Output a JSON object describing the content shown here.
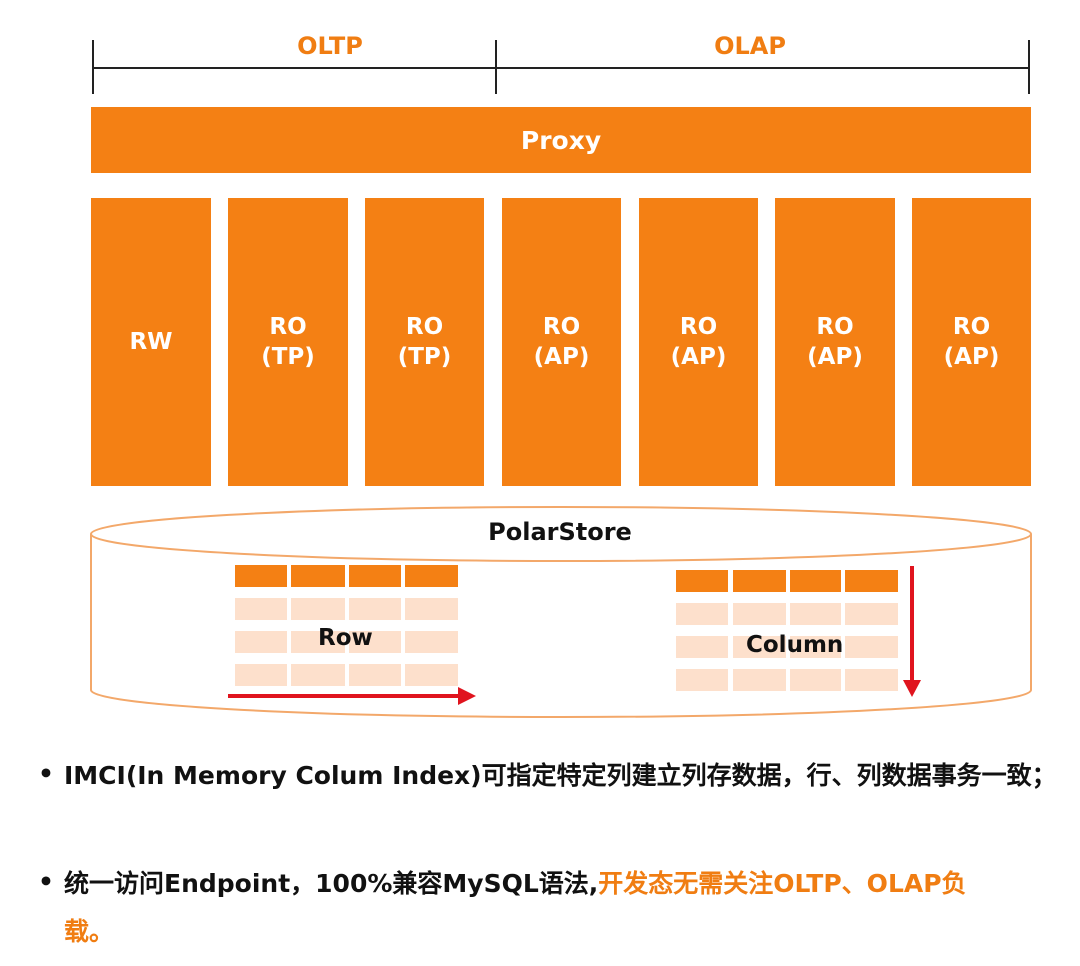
{
  "top_labels": {
    "oltp": "OLTP",
    "olap": "OLAP"
  },
  "proxy": {
    "label": "Proxy"
  },
  "nodes": [
    {
      "line1": "RW",
      "line2": ""
    },
    {
      "line1": "RO",
      "line2": "(TP)"
    },
    {
      "line1": "RO",
      "line2": "(TP)"
    },
    {
      "line1": "RO",
      "line2": "(AP)"
    },
    {
      "line1": "RO",
      "line2": "(AP)"
    },
    {
      "line1": "RO",
      "line2": "(AP)"
    },
    {
      "line1": "RO",
      "line2": "(AP)"
    }
  ],
  "storage": {
    "title": "PolarStore",
    "row_label": "Row",
    "column_label": "Column"
  },
  "bullets": [
    {
      "mark": "•",
      "text": "IMCI(In Memory Colum Index)可指定特定列建立列存数据，行、列数据事务一致；",
      "accent": ""
    },
    {
      "mark": "•",
      "text": "统一访问Endpoint，100%兼容MySQL语法,",
      "accent": "开发态无需关注OLTP、OLAP负载。"
    }
  ],
  "colors": {
    "orange": "#f48014",
    "accent_text": "#f07d12",
    "light_cell": "#fde0cc",
    "arrow_red": "#e0141e",
    "cylinder_stroke": "#f3a86a"
  }
}
